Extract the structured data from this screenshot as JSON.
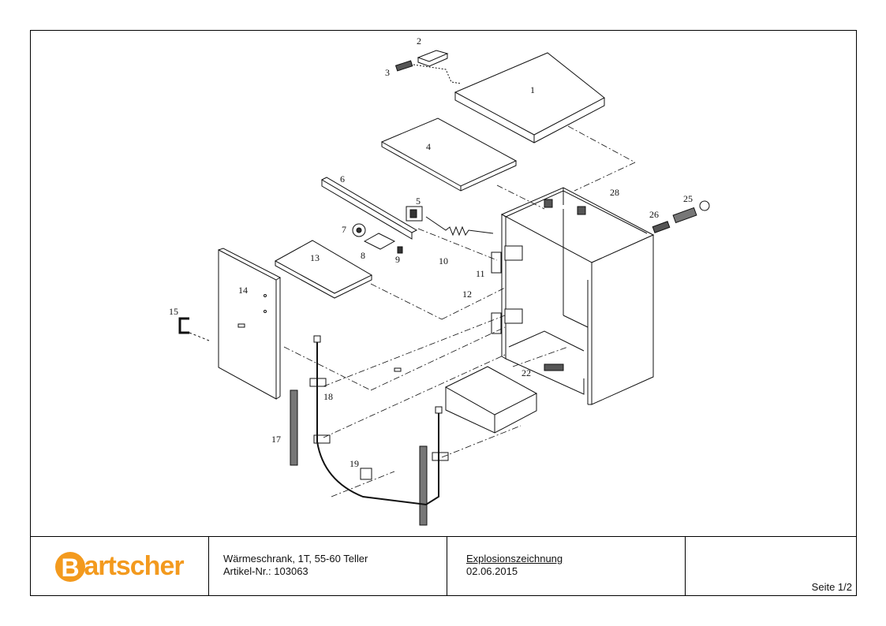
{
  "brand": {
    "name": "Bartscher",
    "logo_letter": "B",
    "logo_rest": "artscher",
    "color": "#f39a1e"
  },
  "title_block": {
    "product_line": "Wärmeschrank, 1T, 55-60 Teller",
    "article_line": "Artikel-Nr.: 103063",
    "doc_type": "Explosionszeichnung",
    "date": "02.06.2015",
    "page": "Seite 1/2"
  },
  "part_labels": [
    "1",
    "2",
    "3",
    "4",
    "5",
    "6",
    "7",
    "8",
    "9",
    "10",
    "11",
    "12",
    "13",
    "14",
    "15",
    "17",
    "18",
    "19",
    "22",
    "25",
    "26",
    "28"
  ]
}
